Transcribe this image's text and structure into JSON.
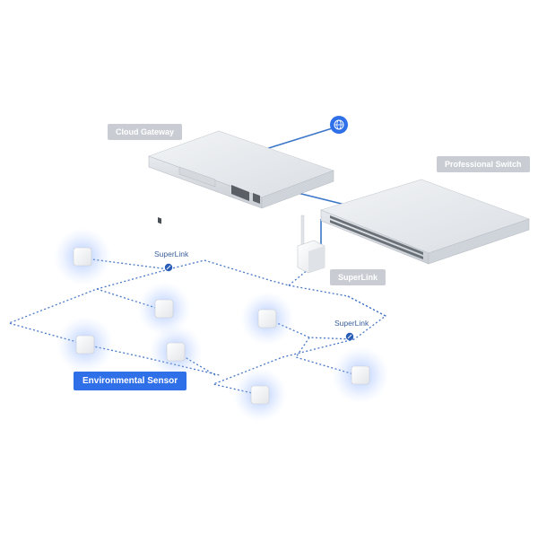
{
  "labels": {
    "cloud_gateway": "Cloud Gateway",
    "professional_switch": "Professional Switch",
    "superlink_device": "SuperLink",
    "superlink_1": "SuperLink",
    "superlink_2": "SuperLink",
    "environmental_sensor": "Environmental Sensor"
  },
  "icons": [
    "globe-icon",
    "superlink-icon"
  ],
  "colors": {
    "accent_blue": "#2f6fe8",
    "link_blue": "#3b76c9",
    "label_grey": "#c9cdd3",
    "sensor_glow": "#7aa7ff",
    "device_body": "#e4e7eb"
  }
}
